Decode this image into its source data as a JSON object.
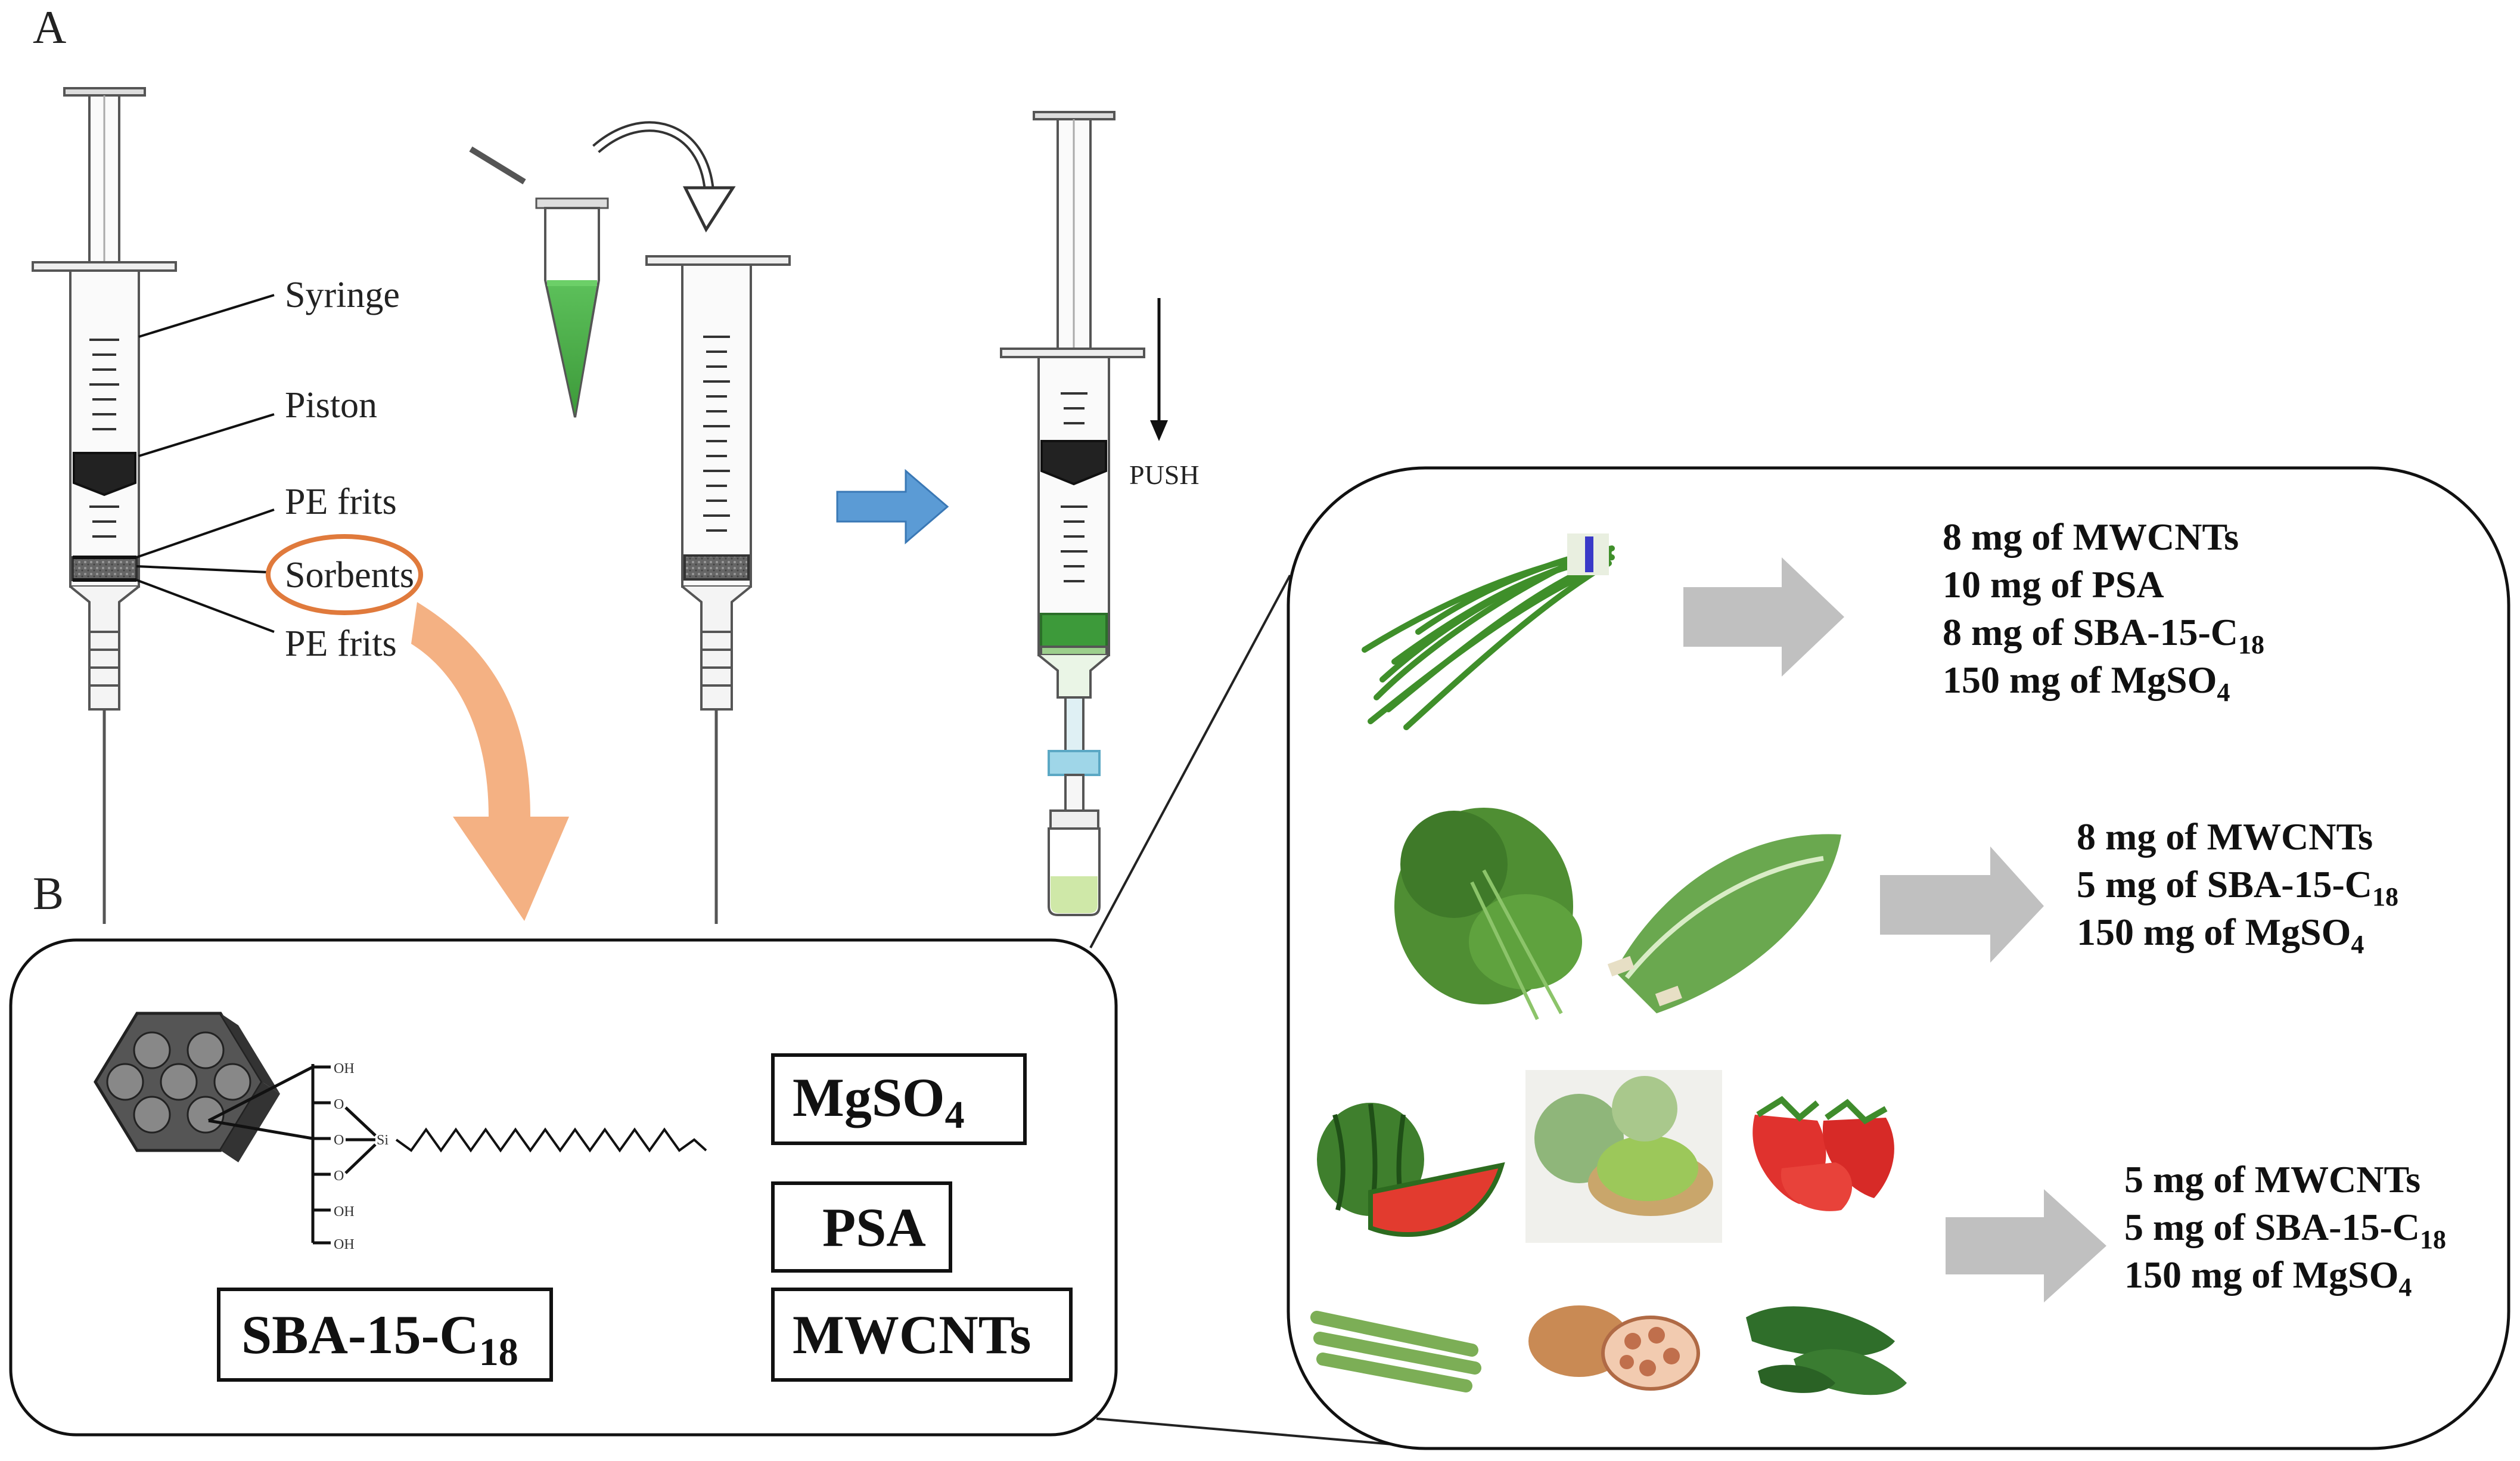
{
  "panels": {
    "a_label": "A",
    "b_label": "B"
  },
  "callouts": {
    "syringe": "Syringe",
    "piston": "Piston",
    "pe_frits_top": "PE frits",
    "sorbents": "Sorbents",
    "pe_frits_bottom": "PE frits"
  },
  "push_label": "PUSH",
  "sorbent_boxes": {
    "mgso4": {
      "main": "MgSO",
      "sub": "4"
    },
    "psa": {
      "main": "PSA"
    },
    "mwcnts": {
      "main": "MWCNTs"
    },
    "sba": {
      "main": "SBA-15-C",
      "sub": "18"
    }
  },
  "structure_labels": {
    "oh": "OH",
    "o": "O",
    "si": "Si"
  },
  "recipes": [
    {
      "lines": [
        {
          "main": "8 mg of MWCNTs"
        },
        {
          "main": "10 mg of PSA"
        },
        {
          "main": "8 mg of SBA-15-C",
          "sub": "18"
        },
        {
          "main": "150 mg of MgSO",
          "sub": "4"
        }
      ]
    },
    {
      "lines": [
        {
          "main": "8 mg of MWCNTs"
        },
        {
          "main": "5 mg of SBA-15-C",
          "sub": "18"
        },
        {
          "main": "150 mg of MgSO",
          "sub": "4"
        }
      ]
    },
    {
      "lines": [
        {
          "main": "5 mg of MWCNTs"
        },
        {
          "main": "5 mg of SBA-15-C",
          "sub": "18"
        },
        {
          "main": "150 mg of MgSO",
          "sub": "4"
        }
      ]
    }
  ],
  "produce_icons": [
    "chive-icon",
    "chrysanthemum-greens-icon",
    "endive-icon",
    "watermelon-icon",
    "melon-icon",
    "strawberry-icon",
    "asparagus-icon",
    "lotus-root-icon",
    "cucumber-icon"
  ],
  "colors": {
    "orange_callout": "#e07a3c",
    "orange_arrow": "#f4b183",
    "blue_arrow": "#5b9bd5",
    "green_sample": "#4caf50",
    "gray_arrow": "#c0c0c0",
    "cyan_filter": "#9fd6e8"
  }
}
